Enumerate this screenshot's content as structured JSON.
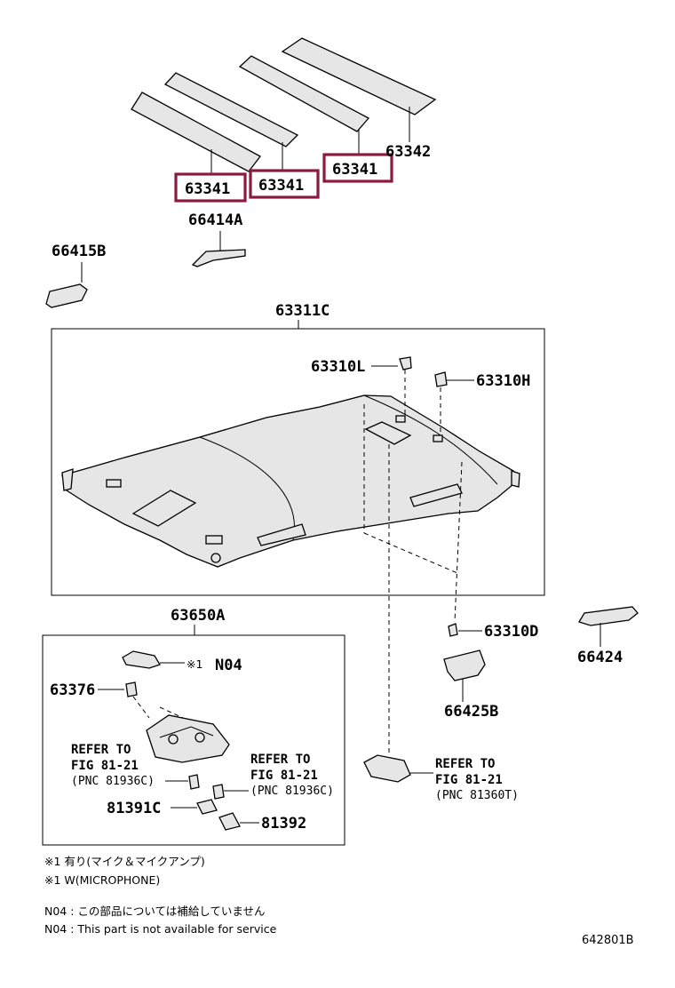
{
  "labels": {
    "p63341_a": "63341",
    "p63341_b": "63341",
    "p63341_c": "63341",
    "p63342": "63342",
    "p66414A": "66414A",
    "p66415B": "66415B",
    "p63311C": "63311C",
    "p63310L": "63310L",
    "p63310H": "63310H",
    "p63650A": "63650A",
    "p63310D": "63310D",
    "p66424": "66424",
    "p66425B": "66425B",
    "p63376": "63376",
    "n04_mark": "※1",
    "n04": "N04",
    "p81391C": "81391C",
    "p81392": "81392"
  },
  "refer_left": {
    "line1": "REFER TO",
    "line2": "FIG 81-21",
    "line3": "(PNC 81936C)"
  },
  "refer_mid": {
    "line1": "REFER TO",
    "line2": "FIG 81-21",
    "line3": "(PNC 81936C)"
  },
  "refer_right": {
    "line1": "REFER TO",
    "line2": "FIG 81-21",
    "line3": "(PNC 81360T)"
  },
  "notes": {
    "note1_jp": "※1  有り(マイク＆マイクアンプ)",
    "note1_en": "※1  W(MICROPHONE)",
    "n04_jp": "N04 : この部品については補給していません",
    "n04_en": "N04 : This part is not available for service"
  },
  "figure_code": "642801B",
  "colors": {
    "highlight": "#8b1a3e",
    "part_fill": "#e6e6e6"
  }
}
